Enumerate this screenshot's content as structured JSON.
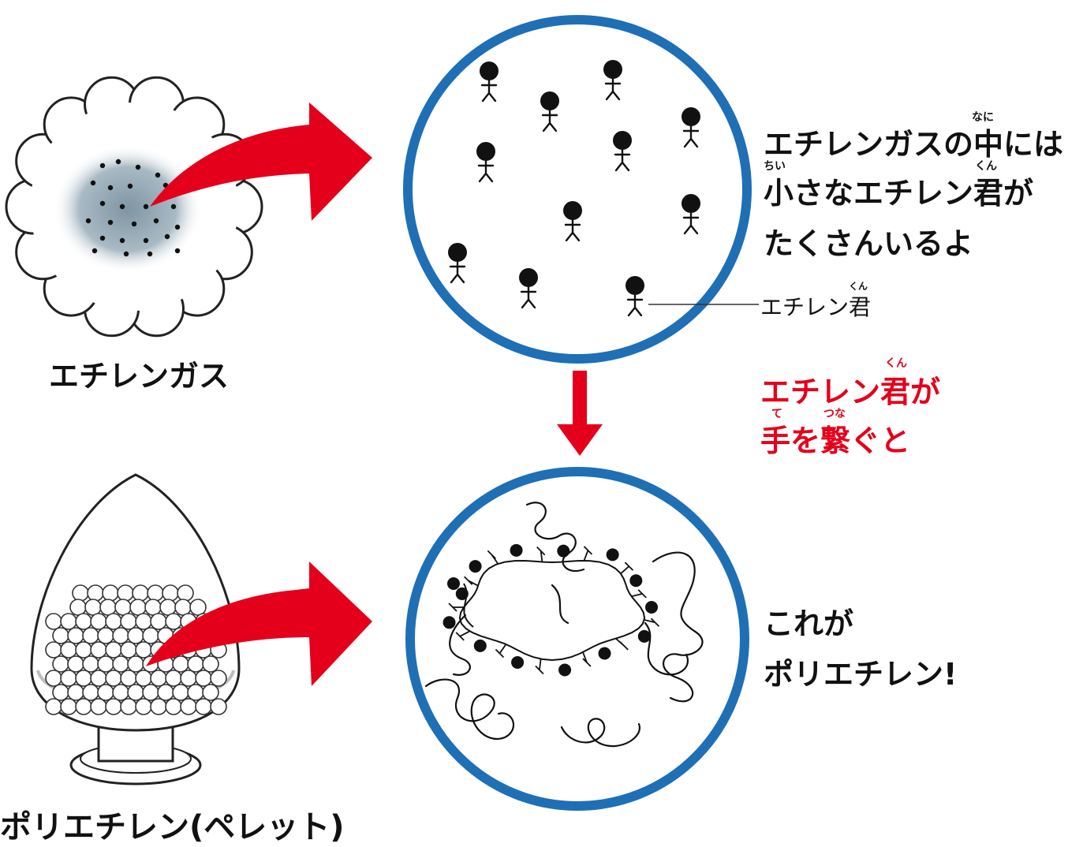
{
  "labels": {
    "ethylene_gas": "エチレンガス",
    "polyethylene_pellet": "ポリエチレン(ペレット)",
    "caption1": {
      "line1": "エチレンガスの中には",
      "line2": "小さなエチレン君が",
      "line3": "たくさんいるよ",
      "ruby_naka": "なに",
      "ruby_chii": "ちい",
      "ruby_kun": "くん"
    },
    "callout": {
      "text": "エチレン君",
      "ruby_kun": "くん"
    },
    "caption2": {
      "line1": "エチレン君が",
      "line2": "手を繋ぐと",
      "ruby_kun": "くん",
      "ruby_te": "て",
      "ruby_tsuna": "つな"
    },
    "caption3": {
      "line1": "これが",
      "line2": "ポリエチレン!"
    }
  },
  "colors": {
    "circle_border": "#1f6fb5",
    "arrow_red": "#e4001b",
    "caption_red": "#e4001b",
    "gas_fill": "#8fa3b0",
    "figure": "#111111"
  }
}
